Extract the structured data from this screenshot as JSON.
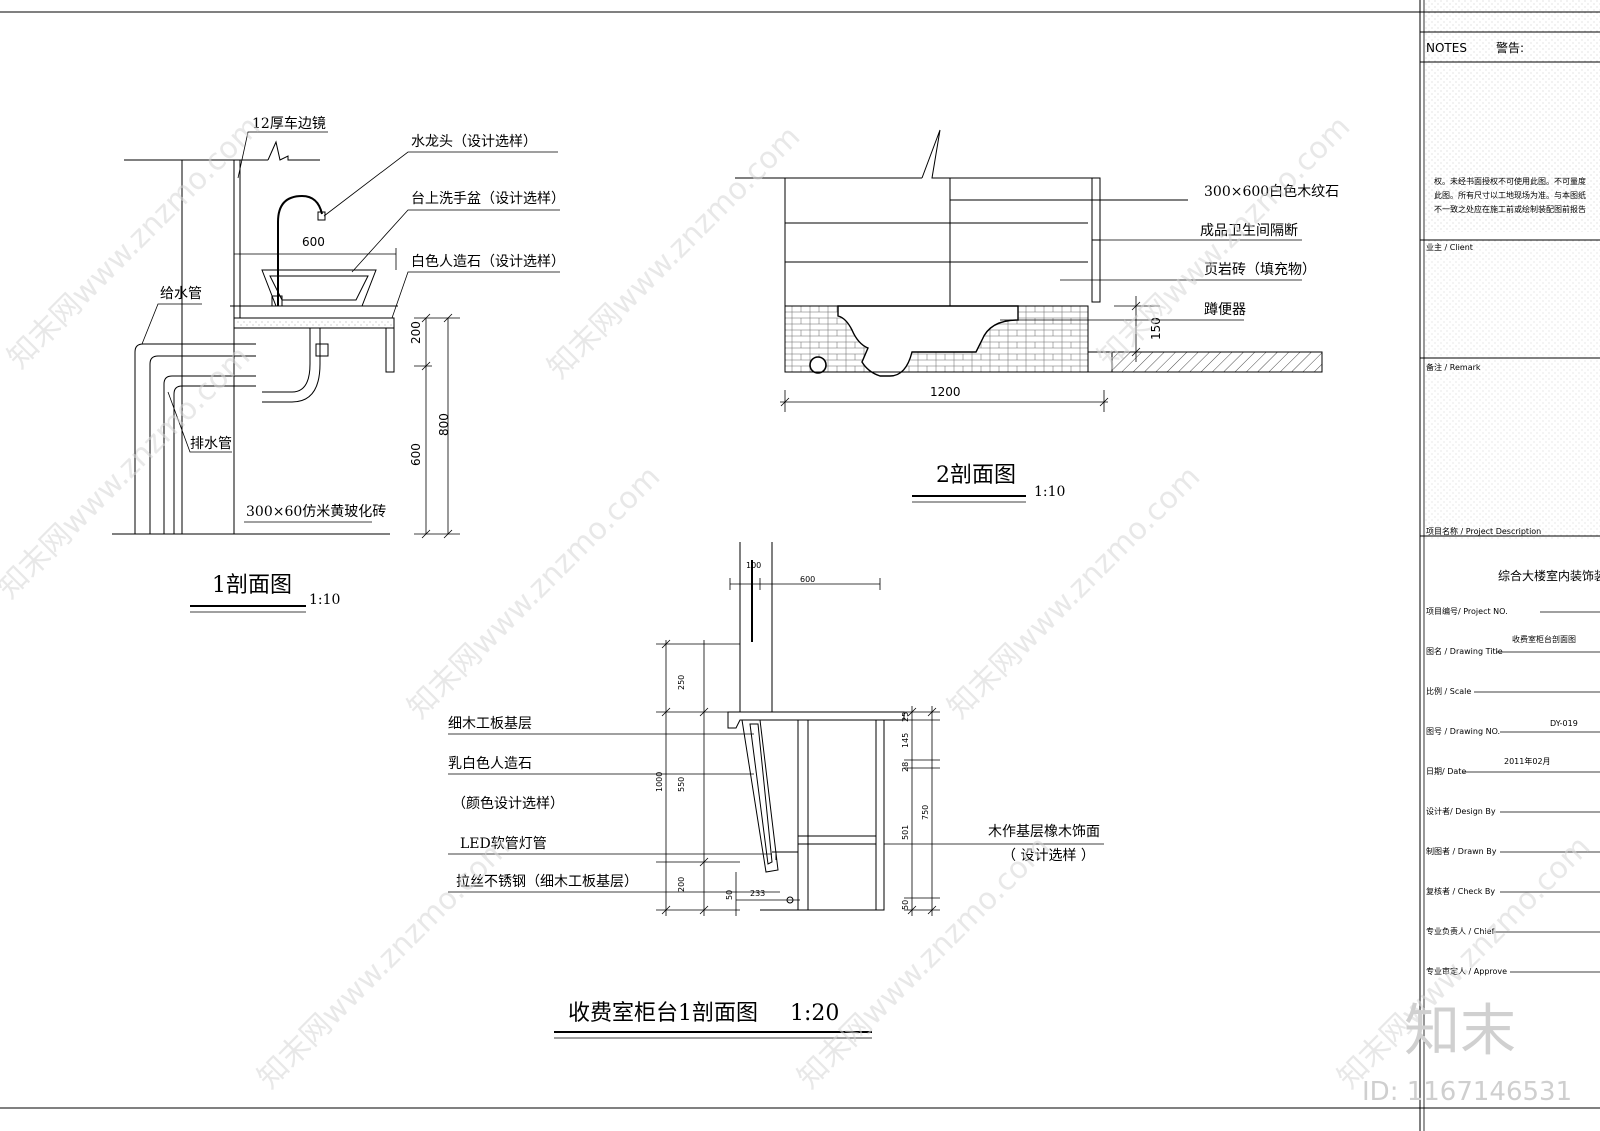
{
  "section1": {
    "title": "1剖面图",
    "scale": "1:10",
    "labels": {
      "mirror": "12厚车边镜",
      "faucet": "水龙头（设计选样）",
      "basin": "台上洗手盆（设计选样）",
      "stone": "白色人造石（设计选样）",
      "supply_pipe": "给水管",
      "drain_pipe": "排水管",
      "tile": "300×60仿米黄玻化砖"
    },
    "dims": {
      "width": "600",
      "d200": "200",
      "d600": "600",
      "d800": "800"
    }
  },
  "section2": {
    "title": "2剖面图",
    "scale": "1:10",
    "labels": {
      "stone": "300×600白色木纹石",
      "partition": "成品卫生间隔断",
      "shale": "页岩砖（填充物）",
      "toilet": "蹲便器"
    },
    "dims": {
      "d150": "150",
      "d1200": "1200"
    }
  },
  "section3": {
    "title": "收费室柜台1剖面图",
    "scale": "1:20",
    "labels": {
      "board": "细木工板基层",
      "stone": "乳白色人造石",
      "stone_note": "（颜色设计选样）",
      "led": "LED软管灯管",
      "steel": "拉丝不锈钢（细木工板基层）",
      "oak": "木作基层橡木饰面",
      "oak_note": "（ 设计选样 ）"
    },
    "dims": {
      "d100": "100",
      "d600": "600",
      "d250": "250",
      "d1000": "1000",
      "d550": "550",
      "d200": "200",
      "d50a": "50",
      "d233": "233",
      "d25": "25",
      "d145": "145",
      "d28": "28",
      "d501": "501",
      "d750": "750",
      "d50b": "50"
    }
  },
  "title_block": {
    "notes": "NOTES",
    "warning": "警告:",
    "warning_lines": [
      "权。未经书面授权不可使用此图。不可量度",
      "此图。所有尺寸以工地现场为准。与本图纸",
      "不一致之处应在施工前或绘制装配图前报告"
    ],
    "client": "业主 / Client",
    "remark": "备注 / Remark",
    "project_desc": "项目名称 / Project Description",
    "project_name": "综合大楼室内装饰装",
    "project_no": "项目编号/ Project NO.",
    "drawing_title_label": "图名 / Drawing Title",
    "drawing_title": "收费室柜台剖面图",
    "scale_label": "比例 / Scale",
    "drawing_no_label": "图号 / Drawing NO.",
    "drawing_no": "DY-019",
    "date_label": "日期/ Date",
    "date": "2011年02月",
    "design_by": "设计者/ Design By",
    "drawn_by": "制图者 / Drawn By",
    "check_by": "复核者 / Check By",
    "chief": "专业负责人 / Chief",
    "approve": "专业审定人 / Approve"
  },
  "watermark": {
    "text": "知末网www.znzmo.com",
    "logo": "知末",
    "id": "ID: 1167146531"
  }
}
